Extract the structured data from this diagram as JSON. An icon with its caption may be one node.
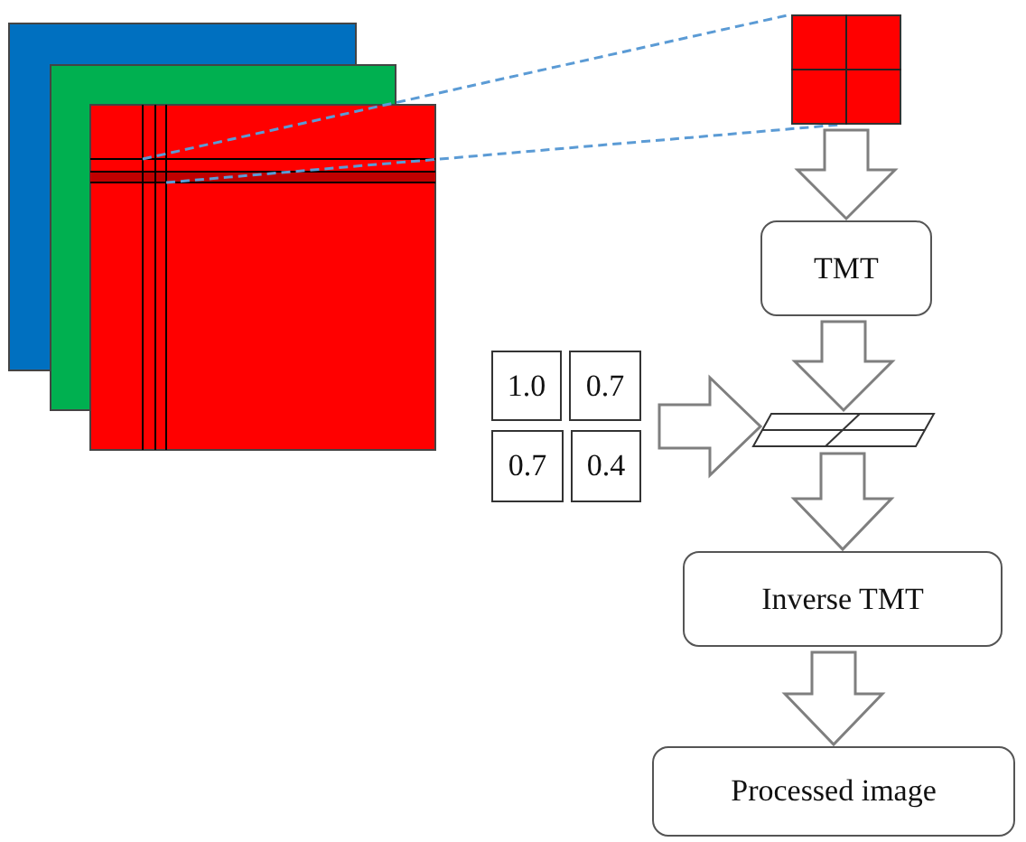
{
  "diagram": {
    "nodes": [
      {
        "text": [],
        "shape": "picture"
      },
      {
        "text": [],
        "shape": "box"
      },
      {
        "text": [
          "TMT"
        ]
      },
      {
        "text": [
          "1.0"
        ]
      },
      {
        "text": [
          "0.7"
        ]
      },
      {
        "text": [
          "0.7"
        ]
      },
      {
        "text": [
          "0.4"
        ]
      },
      {
        "text": [],
        "shape": "parallelogram"
      },
      {
        "text": [
          "Inverse TMT"
        ]
      },
      {
        "text": [
          "Processed image"
        ]
      }
    ],
    "edges": [
      {
        "from": 0,
        "to": 1,
        "arrow": "none",
        "style": "dashed",
        "color": "#5b9bd5"
      },
      {
        "from": 0,
        "to": 1,
        "arrow": "none",
        "style": "dashed",
        "color": "#5b9bd5"
      },
      {
        "from": 1,
        "to": 2,
        "arrow": "to"
      },
      {
        "from": 2,
        "to": 7,
        "arrow": "to"
      },
      {
        "from": 4,
        "to": 7,
        "arrow": "to"
      },
      {
        "from": 6,
        "to": 7,
        "arrow": "to"
      },
      {
        "from": 7,
        "to": 8,
        "arrow": "to"
      },
      {
        "from": 8,
        "to": 9,
        "arrow": "to"
      }
    ]
  }
}
